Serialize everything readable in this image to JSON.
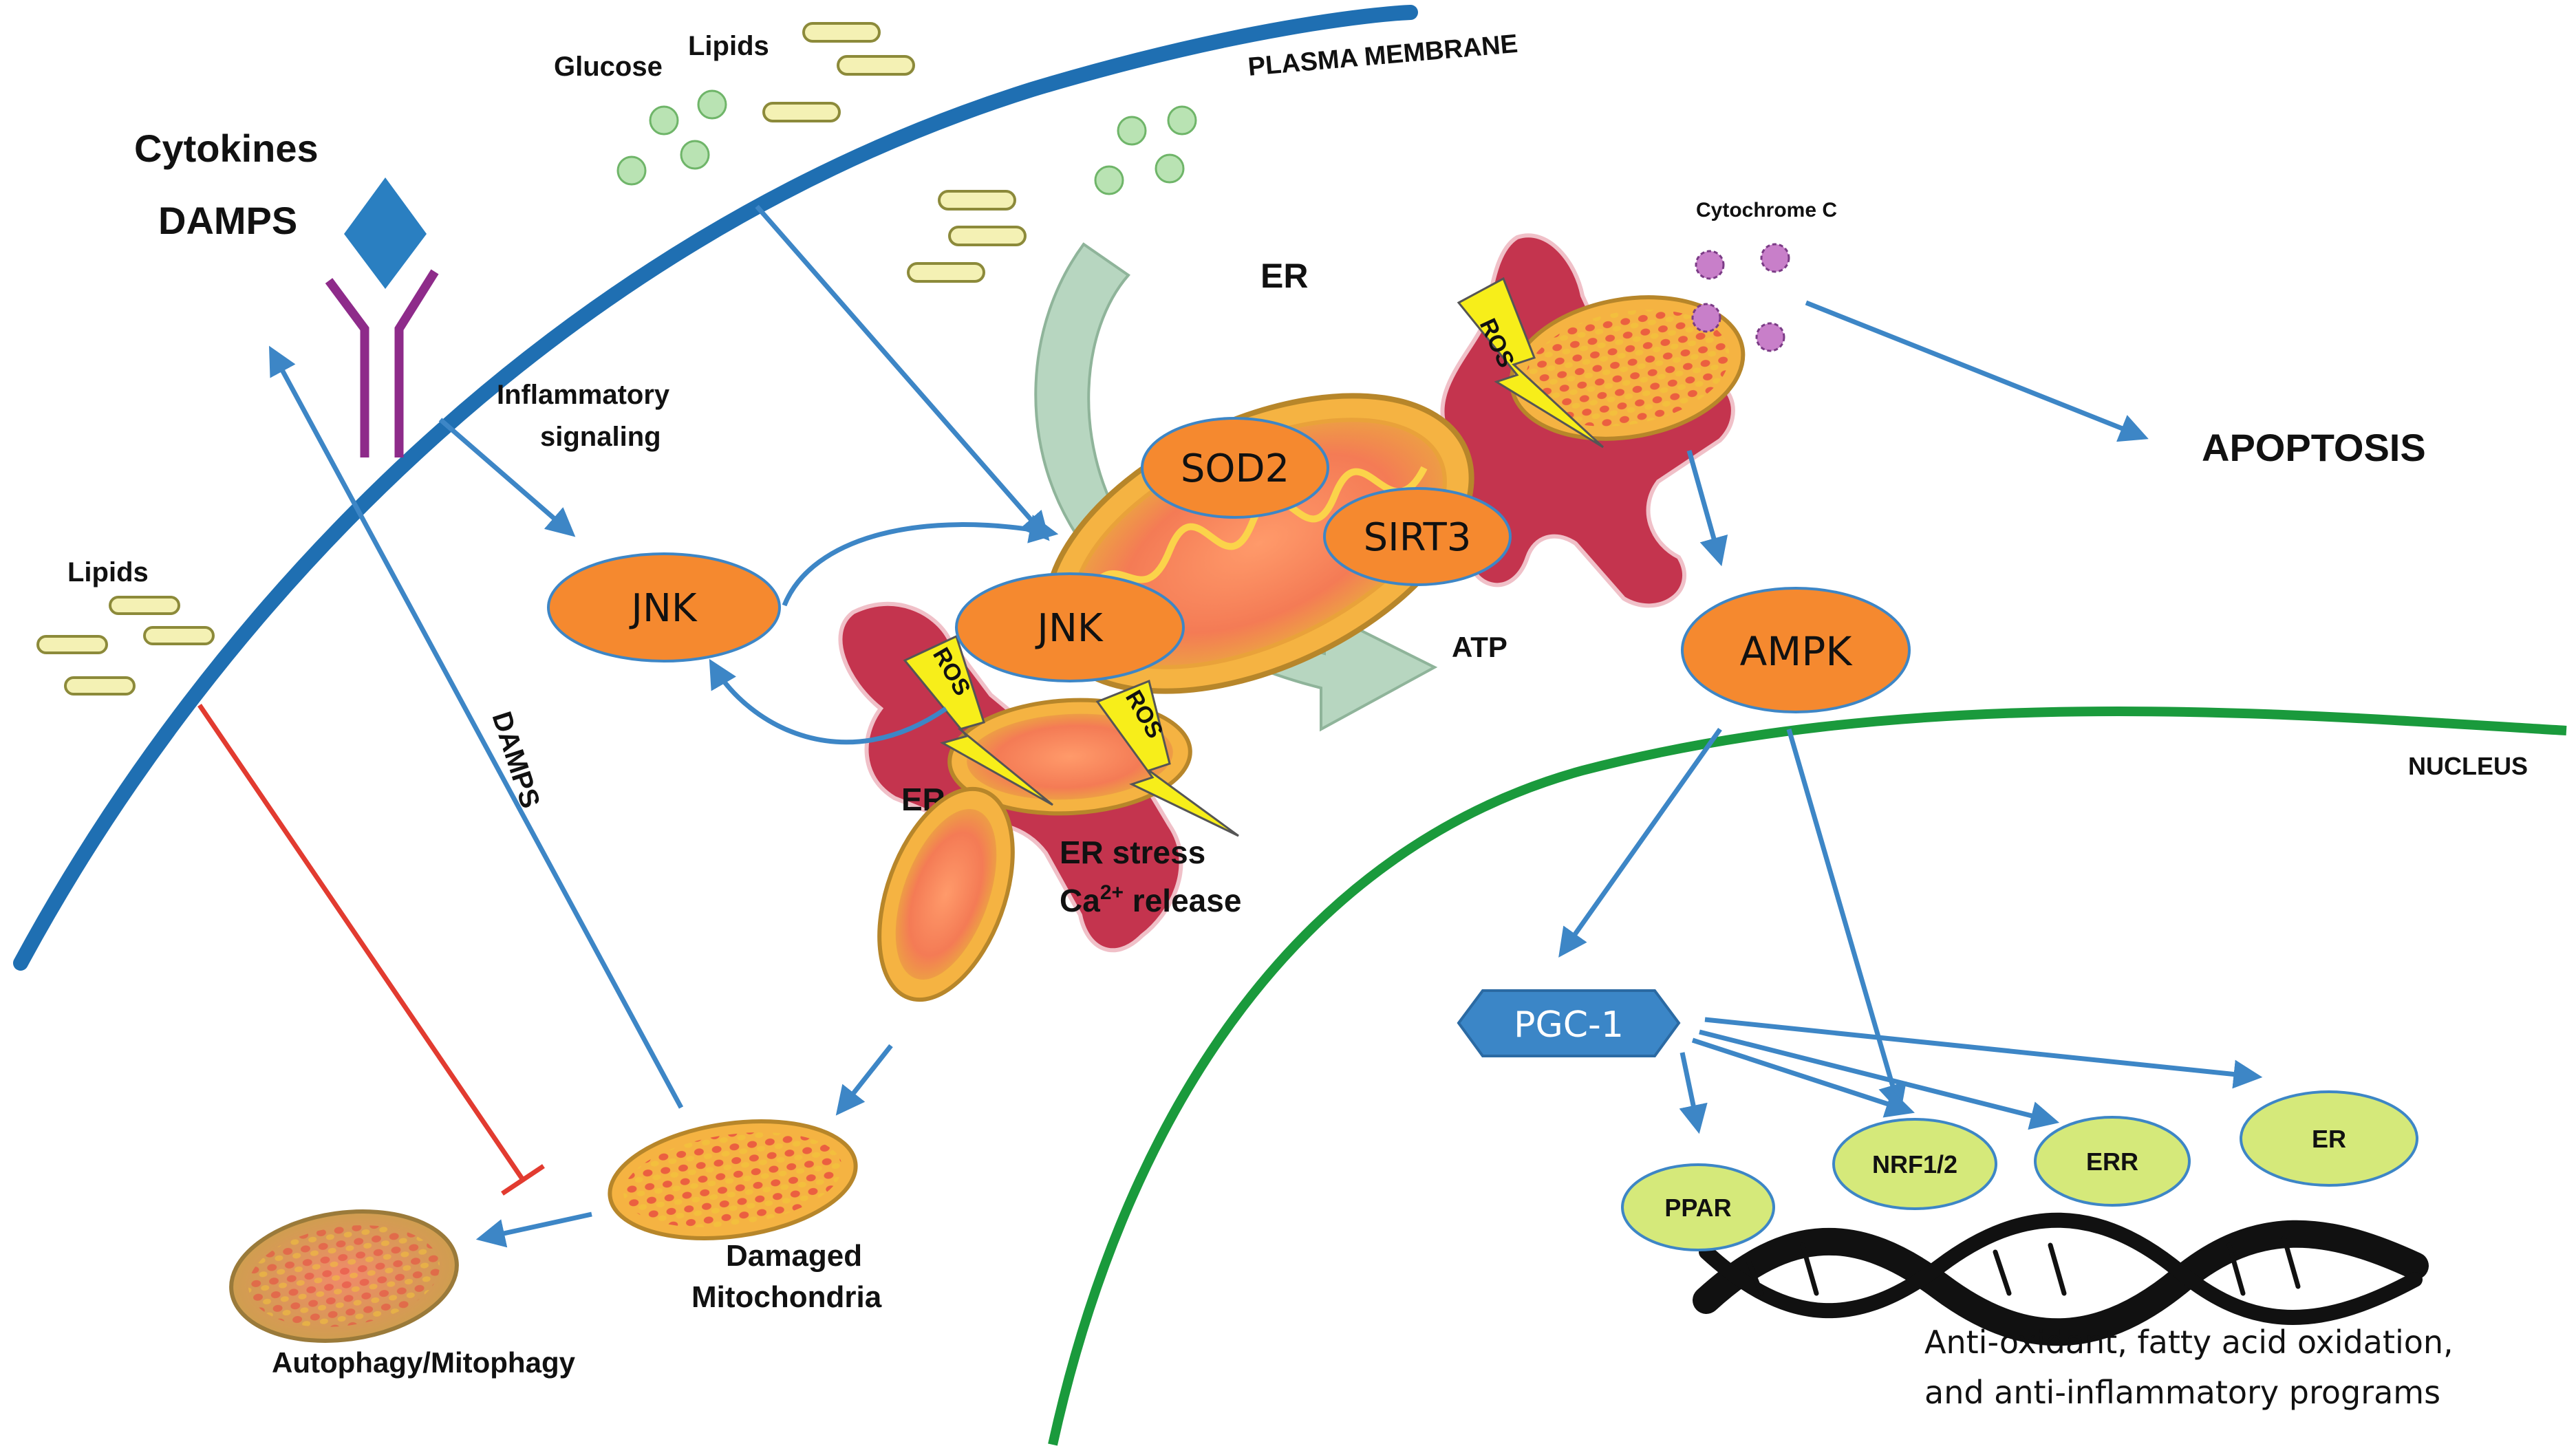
{
  "labels": {
    "plasma_membrane": "PLASMA MEMBRANE",
    "nucleus": "NUCLEUS",
    "cytokines": "Cytokines",
    "damps": "DAMPS",
    "glucose": "Glucose",
    "lipids_top": "Lipids",
    "lipids_left": "Lipids",
    "inflammatory_1": "Inflammatory",
    "inflammatory_2": "signaling",
    "damps_arrow": "DAMPS",
    "er_top": "ER",
    "er_bottom": "ER",
    "cytochrome_c": "Cytochrome C",
    "apoptosis": "APOPTOSIS",
    "atp": "ATP",
    "er_stress": "ER stress",
    "ca_release": "Ca",
    "ca_sup": "2+",
    "ca_release_rest": " release",
    "damaged_1": "Damaged",
    "damaged_2": "Mitochondria",
    "autophagy": "Autophagy/Mitophagy",
    "programs_1": "Anti-oxidant, fatty acid oxidation,",
    "programs_2": "and anti-inflammatory programs",
    "ros": "ROS"
  },
  "nodes": {
    "sod2": "SOD2",
    "sirt3": "SIRT3",
    "jnk_left": "JNK",
    "jnk_mito": "JNK",
    "ampk": "AMPK",
    "pgc1": "PGC-1",
    "ppar": "PPAR",
    "nrf": "NRF1/2",
    "err": "ERR",
    "er_receptor": "ER"
  },
  "colors": {
    "membrane": "#1f6fb2",
    "nucleus": "#1a9a3c",
    "arrow": "#3d86c6",
    "inhibit": "#e23b30",
    "orange_node": "#f5892f",
    "green_node": "#d5e97a",
    "pgc_hex": "#3b86c7",
    "receptor": "#8e2b8a",
    "er": "#c4344e",
    "mito_fill": "#f5b342",
    "ros_bolt": "#f7ee1a",
    "glucose": "#b9e3b3",
    "lipid": "#f4f1b4"
  }
}
